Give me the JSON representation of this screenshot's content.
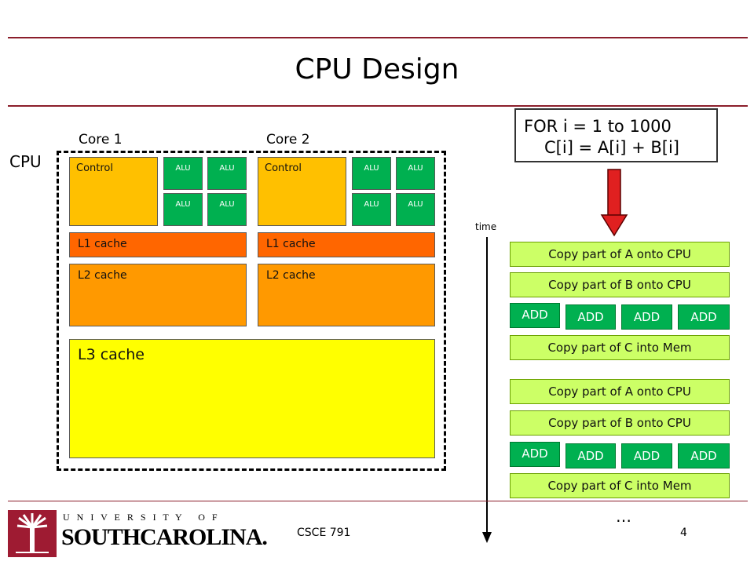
{
  "title": "CPU Design",
  "cpu_label": "CPU",
  "cores": [
    {
      "label": "Core 1",
      "control": "Control",
      "alus": [
        "ALU",
        "ALU",
        "ALU",
        "ALU"
      ],
      "l1": "L1 cache",
      "l2": "L2 cache"
    },
    {
      "label": "Core 2",
      "control": "Control",
      "alus": [
        "ALU",
        "ALU",
        "ALU",
        "ALU"
      ],
      "l1": "L1 cache",
      "l2": "L2 cache"
    }
  ],
  "l3": "L3 cache",
  "code": {
    "line1": "FOR i = 1 to 1000",
    "line2": "C[i] = A[i] + B[i]"
  },
  "time_label": "time",
  "steps": {
    "copy_a": "Copy part of A onto CPU",
    "copy_b": "Copy part of B onto CPU",
    "add": "ADD",
    "copy_c": "Copy part of C into Mem"
  },
  "ellipsis": "…",
  "footer": {
    "university_top": "U N I V E R S I T Y   O F",
    "university_bottom": "SOUTHCAROLINA.",
    "course": "CSCE 791",
    "page": "4"
  },
  "colors": {
    "rule": "#8b1e2b",
    "control": "#ffc000",
    "alu": "#00b050",
    "l1": "#ff6600",
    "l2": "#ff9900",
    "l3": "#ffff00",
    "step": "#ccff66",
    "arrow": "#e02020"
  }
}
